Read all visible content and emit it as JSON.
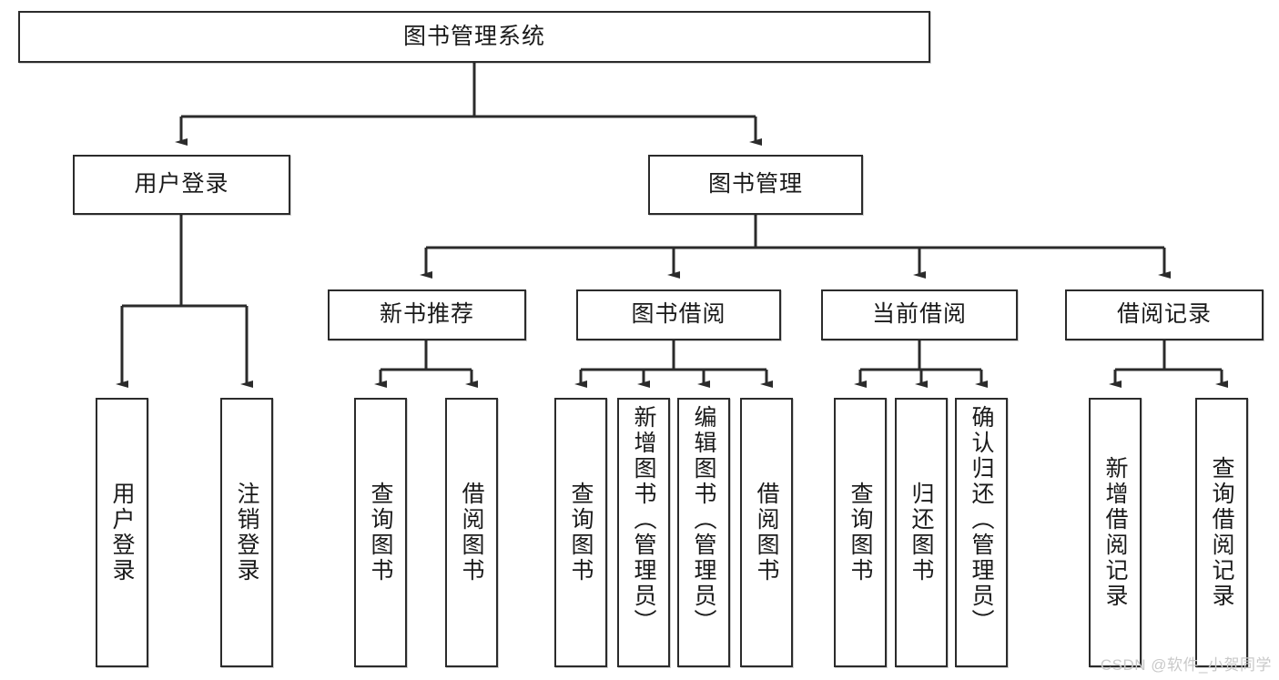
{
  "diagram": {
    "type": "tree-hierarchy-chart",
    "title_node": {
      "id": "root",
      "label": "图书管理系统"
    },
    "level2": [
      {
        "id": "user-login",
        "label": "用户登录"
      },
      {
        "id": "book-manage",
        "label": "图书管理"
      }
    ],
    "level3": [
      {
        "id": "new-book-recommend",
        "label": "新书推荐",
        "parent": "book-manage"
      },
      {
        "id": "book-borrow",
        "label": "图书借阅",
        "parent": "book-manage"
      },
      {
        "id": "current-borrow",
        "label": "当前借阅",
        "parent": "book-manage"
      },
      {
        "id": "borrow-record",
        "label": "借阅记录",
        "parent": "book-manage"
      }
    ],
    "leaves": {
      "user_login": [
        {
          "id": "leaf-user-login",
          "label": "用户登录"
        },
        {
          "id": "leaf-logout-login",
          "label": "注销登录"
        }
      ],
      "new_book_recommend": [
        {
          "id": "leaf-query-book-1",
          "label": "查询图书"
        },
        {
          "id": "leaf-borrow-book-1",
          "label": "借阅图书"
        }
      ],
      "book_borrow": [
        {
          "id": "leaf-query-book-2",
          "label": "查询图书"
        },
        {
          "id": "leaf-add-book-admin",
          "label": "新增图书（管理员）"
        },
        {
          "id": "leaf-edit-book-admin",
          "label": "编辑图书（管理员）"
        },
        {
          "id": "leaf-borrow-book-2",
          "label": "借阅图书"
        }
      ],
      "current_borrow": [
        {
          "id": "leaf-query-book-3",
          "label": "查询图书"
        },
        {
          "id": "leaf-return-book",
          "label": "归还图书"
        },
        {
          "id": "leaf-confirm-return-admin",
          "label": "确认归还（管理员）"
        }
      ],
      "borrow_record": [
        {
          "id": "leaf-add-borrow-record",
          "label": "新增借阅记录"
        },
        {
          "id": "leaf-query-borrow-record",
          "label": "查询借阅记录"
        }
      ]
    },
    "watermark": "CSDN @软件_小贺同学",
    "colors": {
      "stroke": "#2b2b2b",
      "fill": "#ffffff",
      "text": "#1a1a1a",
      "watermark": "#c9c9c9"
    }
  }
}
